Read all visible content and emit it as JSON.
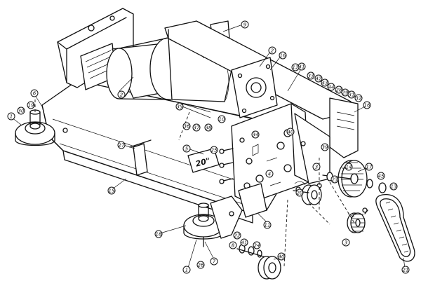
{
  "figure": {
    "model_label": "20\"",
    "callouts": [
      {
        "id": "c9",
        "text": "9"
      },
      {
        "id": "c2a",
        "text": "2"
      },
      {
        "id": "c16a",
        "text": "16"
      },
      {
        "id": "c2b",
        "text": "2"
      },
      {
        "id": "c6",
        "text": "6"
      },
      {
        "id": "c19",
        "text": "19"
      },
      {
        "id": "c30",
        "text": "30"
      },
      {
        "id": "c1a",
        "text": "1"
      },
      {
        "id": "c41a",
        "text": "41"
      },
      {
        "id": "c33",
        "text": "33"
      },
      {
        "id": "c12",
        "text": "12"
      },
      {
        "id": "c42",
        "text": "42"
      },
      {
        "id": "c43",
        "text": "43"
      },
      {
        "id": "c44",
        "text": "44"
      },
      {
        "id": "c28",
        "text": "28"
      },
      {
        "id": "c29",
        "text": "29"
      },
      {
        "id": "c31",
        "text": "31"
      },
      {
        "id": "c32",
        "text": "32"
      },
      {
        "id": "c16b",
        "text": "16"
      },
      {
        "id": "c35",
        "text": "35"
      },
      {
        "id": "c36",
        "text": "36"
      },
      {
        "id": "c37",
        "text": "37"
      },
      {
        "id": "c38",
        "text": "38"
      },
      {
        "id": "c10",
        "text": "10"
      },
      {
        "id": "c5",
        "text": "5"
      },
      {
        "id": "c25",
        "text": "25"
      },
      {
        "id": "c34",
        "text": "34"
      },
      {
        "id": "c40a",
        "text": "40"
      },
      {
        "id": "c39",
        "text": "39"
      },
      {
        "id": "c4",
        "text": "4"
      },
      {
        "id": "c20",
        "text": "20"
      },
      {
        "id": "c3a",
        "text": "3"
      },
      {
        "id": "c17",
        "text": "17"
      },
      {
        "id": "c14",
        "text": "14"
      },
      {
        "id": "c45",
        "text": "45"
      },
      {
        "id": "c13",
        "text": "13"
      },
      {
        "id": "c23",
        "text": "23"
      },
      {
        "id": "c3b",
        "text": "3"
      },
      {
        "id": "c21",
        "text": "21"
      },
      {
        "id": "c15",
        "text": "15"
      },
      {
        "id": "c18",
        "text": "18"
      },
      {
        "id": "c1b",
        "text": "1"
      },
      {
        "id": "c26",
        "text": "26"
      },
      {
        "id": "c7",
        "text": "7"
      },
      {
        "id": "c11",
        "text": "11"
      },
      {
        "id": "c8",
        "text": "8"
      },
      {
        "id": "c22",
        "text": "22"
      },
      {
        "id": "c40b",
        "text": "40"
      },
      {
        "id": "c41b",
        "text": "41"
      },
      {
        "id": "c24",
        "text": "24"
      },
      {
        "id": "c27",
        "text": "27"
      }
    ]
  }
}
